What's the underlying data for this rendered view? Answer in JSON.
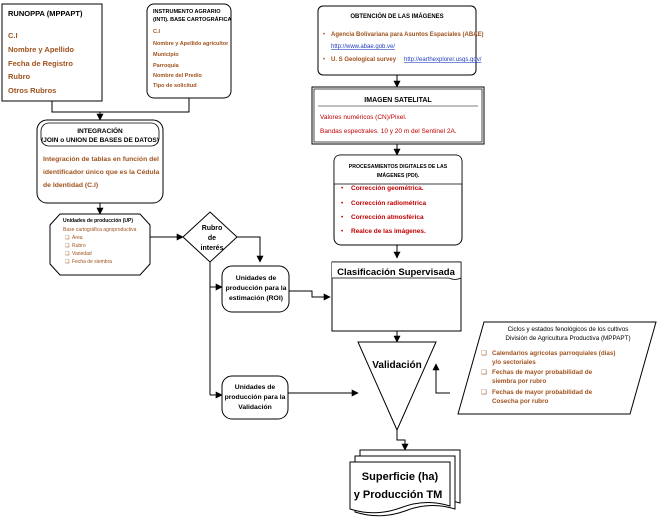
{
  "colors": {
    "brown": "#a0521d",
    "red": "#c00000",
    "blue_link": "#1f3fbf",
    "black": "#000000",
    "gray_header": "#d9d9d9"
  },
  "runoppa": {
    "title": "RUNOPPA (MPPAPT)",
    "items": [
      "C.I",
      "Nombre y Apellido",
      "Fecha de Registro",
      "Rubro",
      "Otros Rubros"
    ]
  },
  "instrumento": {
    "title_line1": "INSTRUMENTO AGRARIO",
    "title_line2": "(INTI). BASE CARTOGRÁFICA",
    "items": [
      "C.I",
      "Nombre y Apellido agricultor",
      "Municipio",
      "Parroquia",
      "Nombre del Predio",
      "Tipo de solicitud"
    ]
  },
  "obtencion": {
    "title": "OBTENCIÓN DE LAS IMÁGENES",
    "item1": "Agencia Bolivariana para Asuntos Espaciales (ABAE)",
    "link1": "http://www.abae.gob.ve/",
    "item2": "U. S Geological survey",
    "link2": "http://earthexplorer.usgs.gov/"
  },
  "imagen": {
    "title": "IMAGEN SATELITAL",
    "line1": "Valores numéricos (CN)/Pixel.",
    "line2": "Bandas espectrales. 10 y 20 m del Sentinel 2A."
  },
  "integracion": {
    "title_line1": "INTEGRACIÓN",
    "title_line2": "(JOIN o UNION DE BASES DE DATOS)",
    "body_line1": "Integración de tablas en función del",
    "body_line2": "identificador único que es la Cédula",
    "body_line3": "de Identidad (C.I)"
  },
  "procesamientos": {
    "title_line1": "PROCESAMIENTOS DIGITALES DE LAS",
    "title_line2": "IMÁGENES (PDI).",
    "items": [
      "Corrección geométrica.",
      "Corrección radiométrica",
      "Corrección atmosférica",
      "Realce de las imágenes."
    ]
  },
  "up": {
    "title": "Unidades de producción (UP)",
    "subtitle": "Base cartográfica agroproductiva",
    "items": [
      "Área",
      "Rubro",
      "Variedad",
      "Fecha de siembra"
    ]
  },
  "rubro": {
    "line1": "Rubro",
    "line2": "de",
    "line3": "interés"
  },
  "roi": {
    "line1": "Unidades de",
    "line2": "producción para la",
    "line3": "estimación (ROI)"
  },
  "val_units": {
    "line1": "Unidades de",
    "line2": "producción para la",
    "line3": "Validación"
  },
  "clasificacion": {
    "label": "Clasificación Supervisada"
  },
  "validacion": {
    "label": "Validación"
  },
  "ciclos": {
    "title_line1": "Ciclos y estados fenológicos de los cultivos",
    "title_line2": "División de Agricultura Productiva (MPPAPT)",
    "item1_line1": "Calendarios agrícolas parroquiales (días)",
    "item1_line2": "y/o sectoriales",
    "item2_line1": "Fechas de mayor probabilidad de",
    "item2_line2": "siembra por rubro",
    "item3_line1": "Fechas de mayor probabilidad de",
    "item3_line2": "Cosecha por rubro"
  },
  "superficie": {
    "line1": "Superficie (ha)",
    "line2": "y Producción TM"
  }
}
